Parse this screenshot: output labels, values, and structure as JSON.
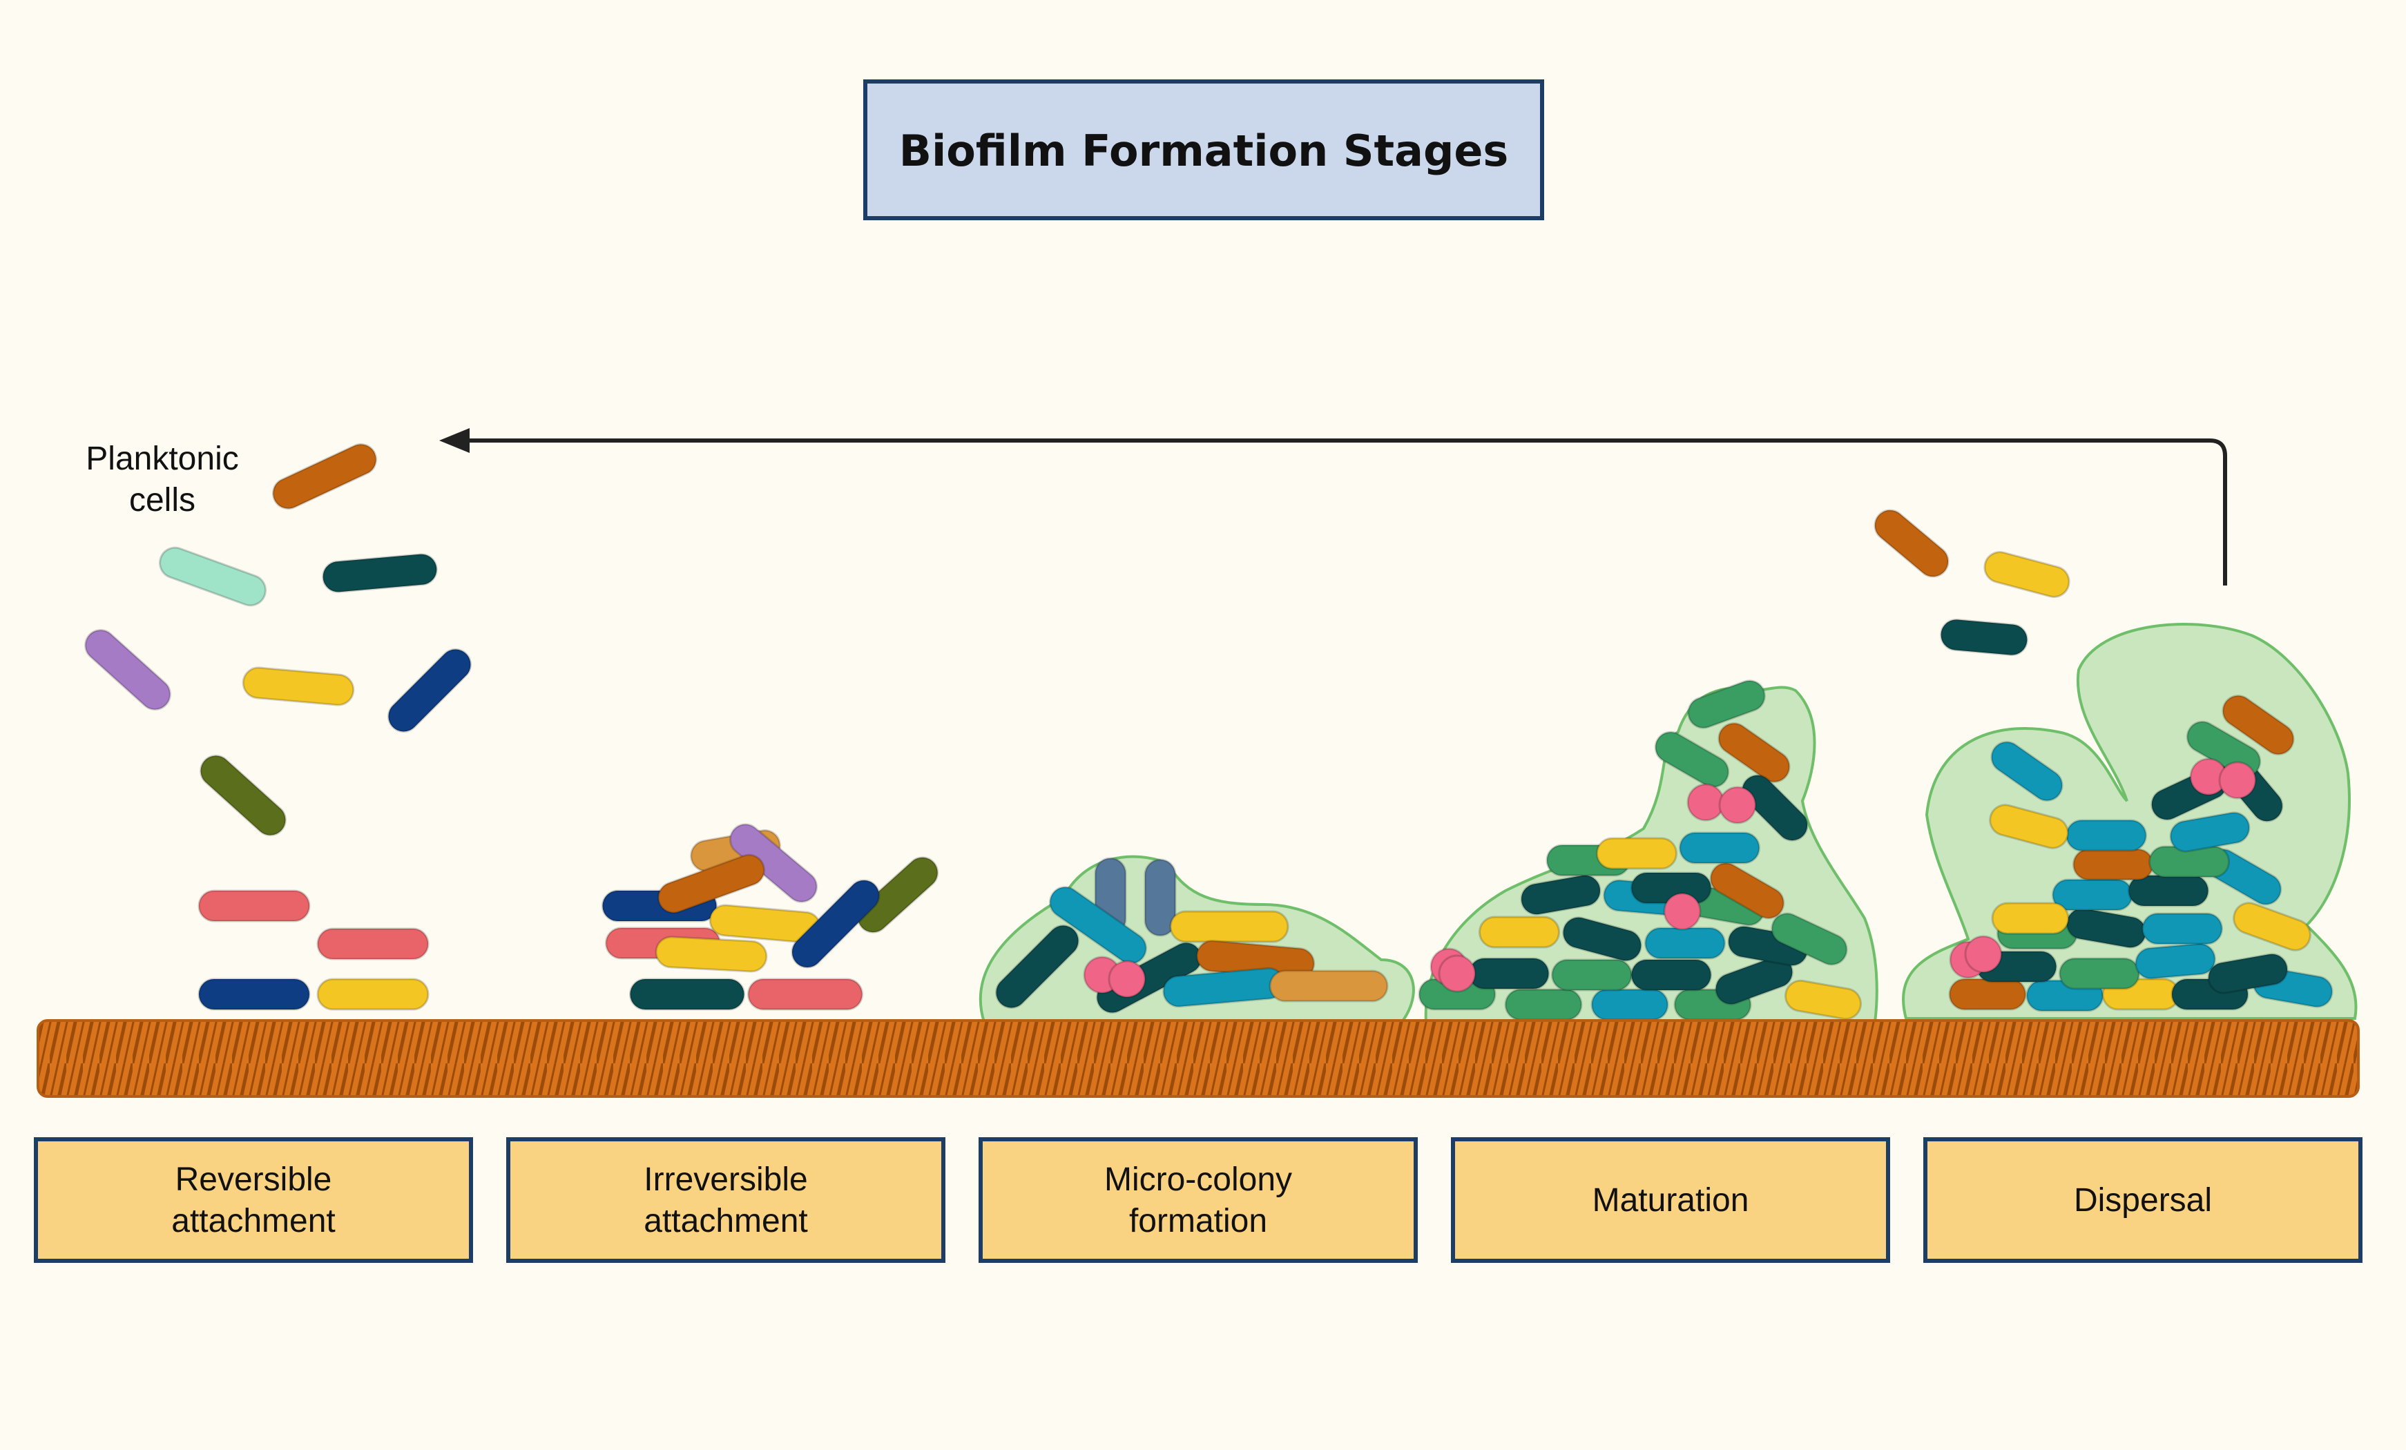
{
  "title": "Biofilm Formation Stages",
  "planktonic_label": [
    "Planktonic",
    "cells"
  ],
  "stages": [
    {
      "lines": [
        "Reversible",
        "attachment"
      ]
    },
    {
      "lines": [
        "Irreversible",
        "attachment"
      ]
    },
    {
      "lines": [
        "Micro-colony",
        "formation"
      ]
    },
    {
      "lines": [
        "Maturation"
      ]
    },
    {
      "lines": [
        "Dispersal"
      ]
    }
  ],
  "colors": {
    "background": "#fdfbf2",
    "title_box": "#cbd7ea",
    "box_border": "#1c3d66",
    "stage_box": "#f9d282",
    "surface": "#d9731c",
    "matrix": "#b8dfae",
    "matrix_border": "#6fbf6a",
    "arrow": "#222222",
    "cell_palette": [
      "#c2640f",
      "#0b4b4e",
      "#9fe3c9",
      "#a57bc6",
      "#f3c624",
      "#0e3d83",
      "#5a6e1c",
      "#e86468",
      "#0f97b5",
      "#3a9e63",
      "#ef6487",
      "#d9963d",
      "#54779a"
    ]
  },
  "icons": [
    "planktonic-cell-icon",
    "attached-cell-icon",
    "eps-matrix-icon",
    "substratum-surface-icon",
    "dispersal-return-arrow-icon"
  ]
}
